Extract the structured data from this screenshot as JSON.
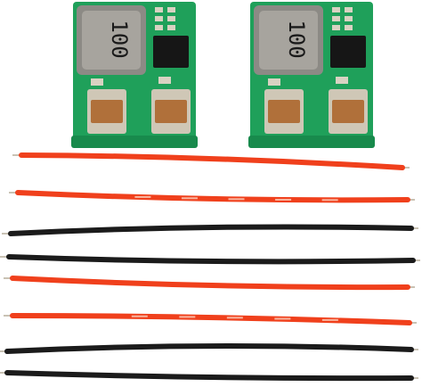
{
  "scene": {
    "background": "#ffffff",
    "modules": [
      {
        "name": "dc-dc-module-left",
        "inductor_marking": "100",
        "board_color": "#1fa05a",
        "inductor_color": "#8c8a85",
        "capacitor_color": "#b0703a",
        "ic_color": "#161616"
      },
      {
        "name": "dc-dc-module-right",
        "inductor_marking": "100",
        "board_color": "#1fa05a",
        "inductor_color": "#8c8a85",
        "capacitor_color": "#b0703a",
        "ic_color": "#161616"
      }
    ],
    "wires": [
      {
        "color": "red",
        "stroke": "#f0401c",
        "printed": false
      },
      {
        "color": "red",
        "stroke": "#f0401c",
        "printed": true
      },
      {
        "color": "black",
        "stroke": "#1b1b1b",
        "printed": false
      },
      {
        "color": "black",
        "stroke": "#1b1b1b",
        "printed": false
      },
      {
        "color": "red",
        "stroke": "#f0401c",
        "printed": false
      },
      {
        "color": "red",
        "stroke": "#f0401c",
        "printed": true
      },
      {
        "color": "black",
        "stroke": "#1b1b1b",
        "printed": false
      },
      {
        "color": "black",
        "stroke": "#1b1b1b",
        "printed": false
      }
    ],
    "wire_end_color": "#c9c2b4"
  }
}
